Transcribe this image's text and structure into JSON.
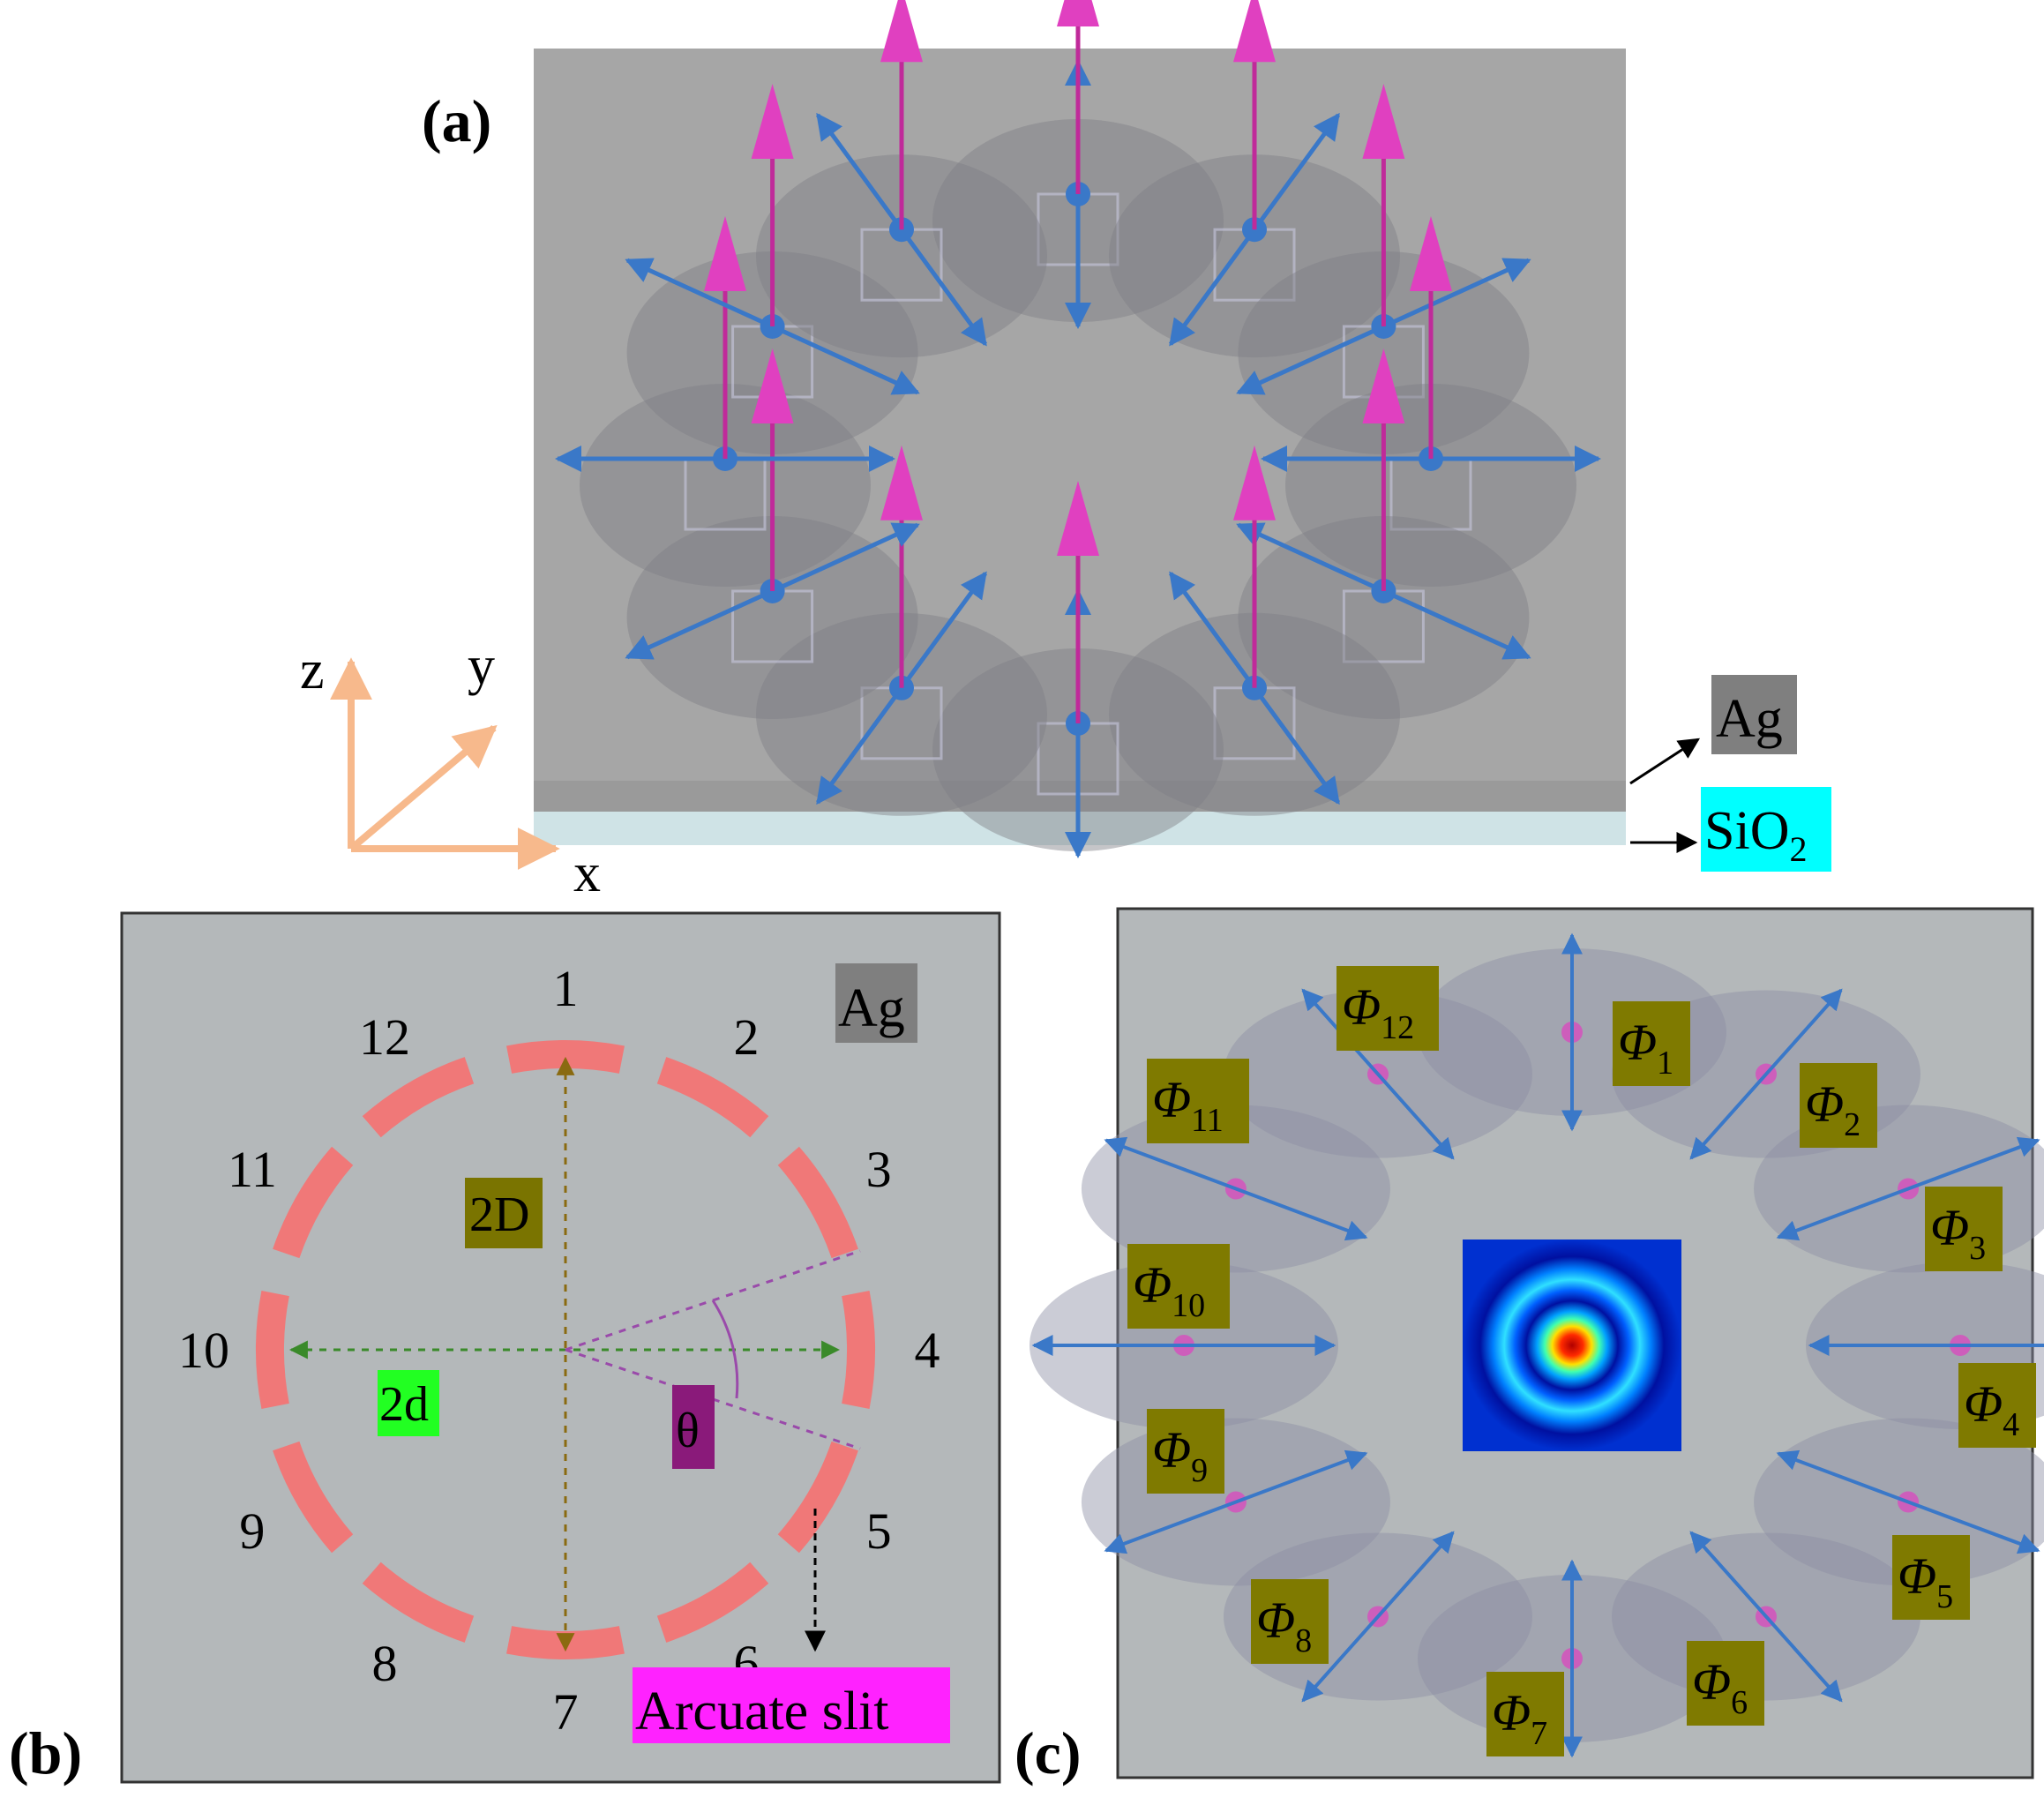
{
  "panel_a": {
    "label": "(a)",
    "axes": {
      "x": "x",
      "y": "y",
      "z": "z"
    },
    "ag_label": "Ag",
    "sio2_label": "SiO",
    "sio2_sub": "2",
    "colors": {
      "ag": "#a6a6a6",
      "sio2": "#cfe3e6",
      "magenta_arrow": "#e040c0",
      "blue_arrow": "#3a78c8",
      "axis": "#f7b98c"
    }
  },
  "panel_b": {
    "label": "(b)",
    "ag_label": "Ag",
    "slit_numbers": [
      "1",
      "2",
      "3",
      "4",
      "5",
      "6",
      "7",
      "8",
      "9",
      "10",
      "11",
      "12"
    ],
    "label_2D": "2D",
    "label_2d": "2d",
    "label_theta": "θ",
    "arcuate_label": "Arcuate slit",
    "colors": {
      "slit": "#f07878",
      "bg": "#b4b8ba",
      "label_2D_bg": "#7a7400",
      "label_2d_bg": "#22ff22",
      "theta_bg": "#8a1a7a",
      "arcuate_bg": "#ff22ff"
    }
  },
  "panel_c": {
    "label": "(c)",
    "phi_symbol": "Φ",
    "phi_subscripts": [
      "1",
      "2",
      "3",
      "4",
      "5",
      "6",
      "7",
      "8",
      "9",
      "10",
      "11",
      "12"
    ],
    "colors": {
      "phi_bg": "#7f7a00",
      "bg": "#b4b8ba"
    }
  }
}
